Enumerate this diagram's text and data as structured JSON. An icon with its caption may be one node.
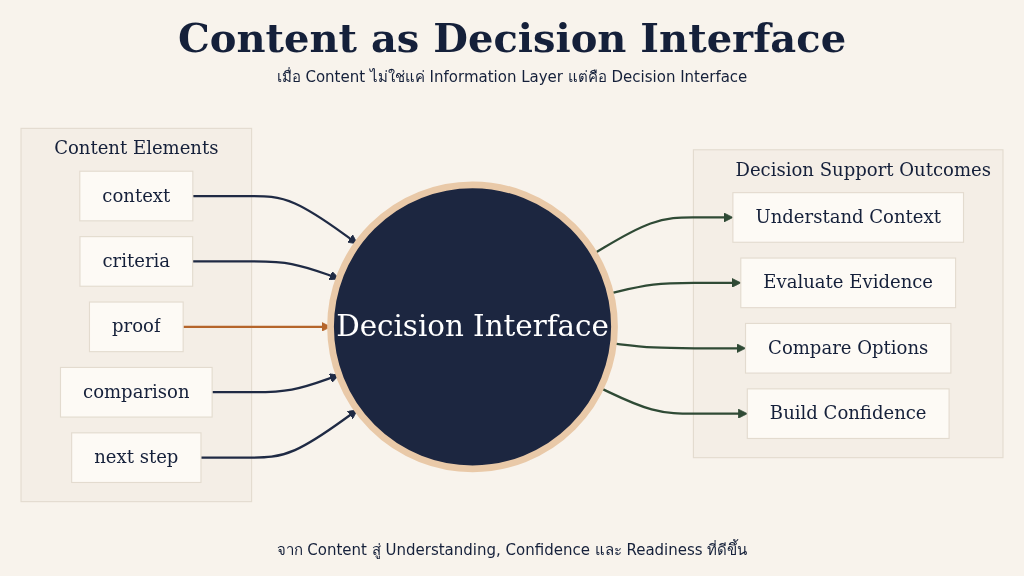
{
  "diagram": {
    "title": "Content as Decision Interface",
    "caption": "จาก Content สู่ Understanding, Confidence และ Readiness ที่ดีขึ้น",
    "labels": [
      "เมื่อ Content ไม่ใช่แค่ Information Layer แต่คือ Decision Interface"
    ],
    "nodes": [
      {
        "text": [
          "Content Elements"
        ]
      },
      {
        "text": [
          "context"
        ],
        "in": 0
      },
      {
        "text": [
          "criteria"
        ],
        "in": 0
      },
      {
        "text": [
          "proof"
        ],
        "in": 0
      },
      {
        "text": [
          "comparison"
        ],
        "in": 0
      },
      {
        "text": [
          "next step"
        ],
        "in": 0
      },
      {
        "text": [
          "Decision Interface"
        ]
      },
      {
        "text": [
          "Decision Support Outcomes"
        ]
      },
      {
        "text": [
          "Understand Context"
        ],
        "in": 7
      },
      {
        "text": [
          "Evaluate Evidence"
        ],
        "in": 7
      },
      {
        "text": [
          "Compare Options"
        ],
        "in": 7
      },
      {
        "text": [
          "Build Confidence"
        ],
        "in": 7
      }
    ],
    "edges": [
      {
        "from": 1,
        "to": 6,
        "arrow": "to"
      },
      {
        "from": 2,
        "to": 6,
        "arrow": "to"
      },
      {
        "from": 3,
        "to": 6,
        "arrow": "to",
        "color": "#b5652b"
      },
      {
        "from": 4,
        "to": 6,
        "arrow": "to"
      },
      {
        "from": 5,
        "to": 6,
        "arrow": "to"
      },
      {
        "from": 6,
        "to": 8,
        "arrow": "to",
        "color": "#2f4a35"
      },
      {
        "from": 6,
        "to": 9,
        "arrow": "to",
        "color": "#2f4a35"
      },
      {
        "from": 6,
        "to": 10,
        "arrow": "to",
        "color": "#2f4a35"
      },
      {
        "from": 6,
        "to": 11,
        "arrow": "to",
        "color": "#2f4a35"
      }
    ]
  }
}
